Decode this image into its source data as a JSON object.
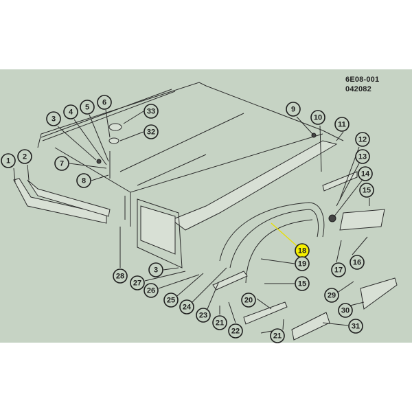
{
  "diagram": {
    "figure_code": "6E08-001",
    "figure_date": "042082",
    "highlight_color": "#f5ef00",
    "background_color": "#c6d3c4",
    "highlighted_callout": "18",
    "callouts": [
      "1",
      "2",
      "3",
      "4",
      "5",
      "6",
      "33",
      "32",
      "7",
      "8",
      "9",
      "10",
      "11",
      "12",
      "13",
      "14",
      "15",
      "18",
      "19",
      "16",
      "17",
      "3",
      "28",
      "27",
      "26",
      "25",
      "24",
      "23",
      "21",
      "22",
      "20",
      "15",
      "29",
      "30",
      "31",
      "21"
    ]
  }
}
